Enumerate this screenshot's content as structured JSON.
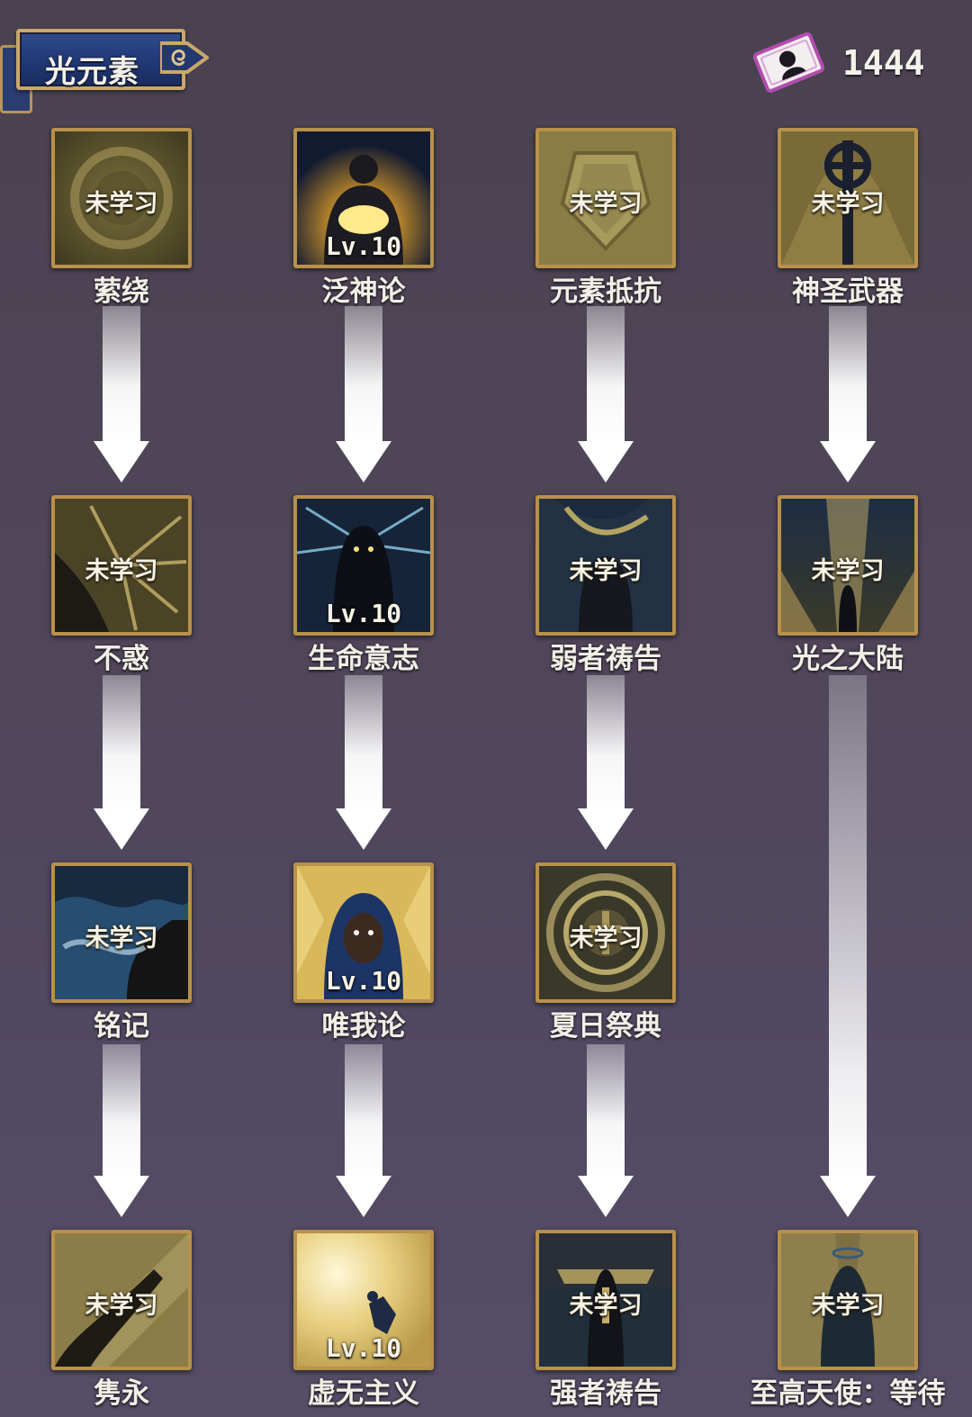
{
  "header": {
    "title": "光元素",
    "currency": {
      "icon": "card-icon",
      "value": "1444"
    }
  },
  "colors": {
    "frame": "#b8914a",
    "background": "#4f4658",
    "title_plate": "#203773"
  },
  "skills": [
    {
      "id": "s1",
      "name": "萦绕",
      "status": "未学习",
      "level": ""
    },
    {
      "id": "s2",
      "name": "泛神论",
      "status": "",
      "level": "Lv.10"
    },
    {
      "id": "s3",
      "name": "元素抵抗",
      "status": "未学习",
      "level": ""
    },
    {
      "id": "s4",
      "name": "神圣武器",
      "status": "未学习",
      "level": ""
    },
    {
      "id": "s5",
      "name": "不惑",
      "status": "未学习",
      "level": ""
    },
    {
      "id": "s6",
      "name": "生命意志",
      "status": "",
      "level": "Lv.10"
    },
    {
      "id": "s7",
      "name": "弱者祷告",
      "status": "未学习",
      "level": ""
    },
    {
      "id": "s8",
      "name": "光之大陆",
      "status": "未学习",
      "level": ""
    },
    {
      "id": "s9",
      "name": "铭记",
      "status": "未学习",
      "level": ""
    },
    {
      "id": "s10",
      "name": "唯我论",
      "status": "",
      "level": "Lv.10"
    },
    {
      "id": "s11",
      "name": "夏日祭典",
      "status": "未学习",
      "level": ""
    },
    {
      "id": "s12",
      "name": "隽永",
      "status": "未学习",
      "level": ""
    },
    {
      "id": "s13",
      "name": "虚无主义",
      "status": "",
      "level": "Lv.10"
    },
    {
      "id": "s14",
      "name": "强者祷告",
      "status": "未学习",
      "level": ""
    },
    {
      "id": "s15",
      "name": "至高天使：等待",
      "status": "未学习",
      "level": ""
    }
  ]
}
